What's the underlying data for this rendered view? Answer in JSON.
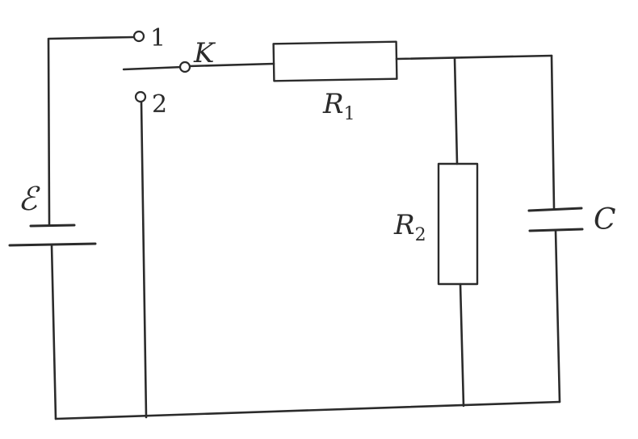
{
  "diagram": {
    "emf_label": "ℰ",
    "terminal_1": "1",
    "terminal_2": "2",
    "switch_label": "K",
    "r1": {
      "main": "R",
      "sub": "1"
    },
    "r2": {
      "main": "R",
      "sub": "2"
    },
    "capacitor_label": "C"
  }
}
